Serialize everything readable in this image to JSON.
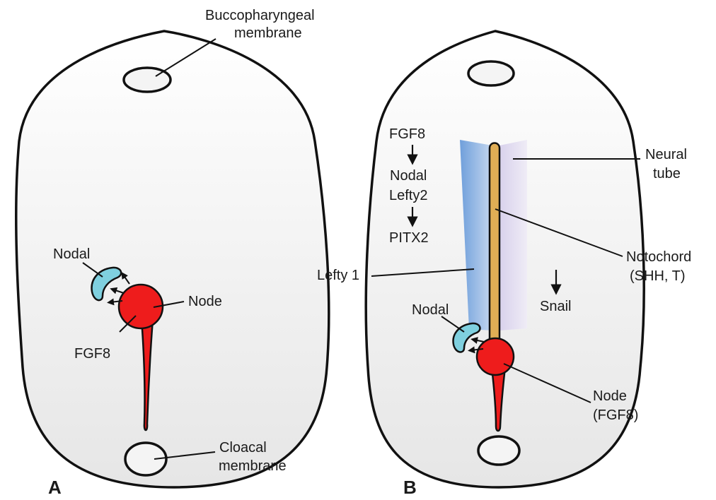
{
  "panels": {
    "a": {
      "panel_label": "A",
      "labels": {
        "buccopharyngeal_line1": "Buccopharyngeal",
        "buccopharyngeal_line2": "membrane",
        "nodal": "Nodal",
        "node": "Node",
        "fgf8": "FGF8",
        "cloacal_line1": "Cloacal",
        "cloacal_line2": "membrane"
      }
    },
    "b": {
      "panel_label": "B",
      "cascade": [
        "FGF8",
        "Nodal",
        "Lefty2",
        "PITX2"
      ],
      "labels": {
        "neural_tube_line1": "Neural",
        "neural_tube_line2": "tube",
        "notochord_line1": "Notochord",
        "notochord_line2": "(SHH, T)",
        "lefty1": "Lefty 1",
        "snail": "Snail",
        "nodal": "Nodal",
        "node_line1": "Node",
        "node_line2": "(FGF8)"
      }
    }
  },
  "colors": {
    "node_red": "#ee1c1c",
    "nodal_cyan": "#7fd0df",
    "notochord_tan": "#e0ad55",
    "lefty1_blue": "#8fb5e2",
    "neural_tube_lavender": "#ddd6ee",
    "embryo_fill": "#ececec",
    "outline": "#111111"
  }
}
